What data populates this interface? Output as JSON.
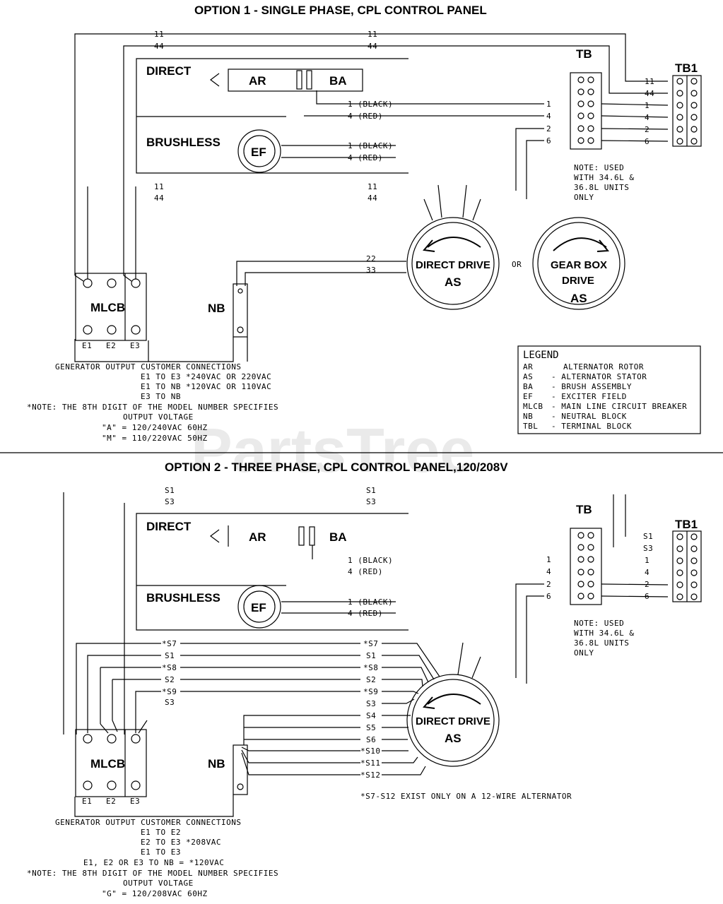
{
  "watermark": "PartsTree",
  "option1": {
    "title": "OPTION 1 - SINGLE PHASE, CPL CONTROL PANEL",
    "direct": "DIRECT",
    "brushless": "BRUSHLESS",
    "ar": "AR",
    "ba": "BA",
    "ef": "EF",
    "tb": "TB",
    "tb1": "TB1",
    "mlcb": "MLCB",
    "nb": "NB",
    "direct_drive": "DIRECT DRIVE",
    "as": "AS",
    "or": "OR",
    "gear_box": "GEAR BOX",
    "drive": "DRIVE",
    "as2": "AS",
    "wire_11": "11",
    "wire_44": "44",
    "wire_1_black": "1 (BLACK)",
    "wire_4_red": "4 (RED)",
    "num_1": "1",
    "num_4": "4",
    "num_2": "2",
    "num_6": "6",
    "num_22": "22",
    "num_33": "33",
    "note_used": [
      "NOTE: USED",
      "WITH 34.6L &",
      "36.8L UNITS",
      "ONLY"
    ],
    "e1": "E1",
    "e2": "E2",
    "e3": "E3",
    "customer": [
      "GENERATOR OUTPUT CUSTOMER CONNECTIONS",
      "E1 TO E3  *240VAC OR 220VAC",
      "E1 TO NB  *120VAC OR 110VAC",
      "E3 TO NB",
      "*NOTE: THE 8TH DIGIT OF THE MODEL NUMBER SPECIFIES",
      "OUTPUT VOLTAGE",
      "\"A\" = 120/240VAC 60HZ",
      "\"M\" = 110/220VAC 50HZ"
    ],
    "legend_title": "LEGEND",
    "legend": [
      [
        "AR",
        "ALTERNATOR ROTOR"
      ],
      [
        "AS",
        "- ALTERNATOR STATOR"
      ],
      [
        "BA",
        "- BRUSH ASSEMBLY"
      ],
      [
        "EF",
        "- EXCITER FIELD"
      ],
      [
        "MLCB",
        "- MAIN LINE CIRCUIT BREAKER"
      ],
      [
        "NB",
        "- NEUTRAL BLOCK"
      ],
      [
        "TBL",
        "- TERMINAL BLOCK"
      ]
    ]
  },
  "option2": {
    "title": "OPTION 2 - THREE PHASE, CPL CONTROL PANEL,120/208V",
    "direct": "DIRECT",
    "brushless": "BRUSHLESS",
    "ar": "AR",
    "ba": "BA",
    "ef": "EF",
    "tb": "TB",
    "tb1": "TB1",
    "mlcb": "MLCB",
    "nb": "NB",
    "direct_drive": "DIRECT DRIVE",
    "as": "AS",
    "s1": "S1",
    "s3": "S3",
    "wire_1_black": "1 (BLACK)",
    "wire_4_red": "4 (RED)",
    "num_1": "1",
    "num_4": "4",
    "num_2": "2",
    "num_6": "6",
    "leads_left": [
      "*S7",
      "S1",
      "*S8",
      "S2",
      "*S9",
      "S3"
    ],
    "leads_right": [
      "*S7",
      "S1",
      "*S8",
      "S2",
      "*S9",
      "S3",
      "S4",
      "S5",
      "S6",
      "*S10",
      "*S11",
      "*S12"
    ],
    "note_used": [
      "NOTE: USED",
      "WITH 34.6L &",
      "36.8L UNITS",
      "ONLY"
    ],
    "e1": "E1",
    "e2": "E2",
    "e3": "E3",
    "s7_note": "*S7-S12 EXIST ONLY ON A 12-WIRE ALTERNATOR",
    "customer": [
      "GENERATOR OUTPUT CUSTOMER CONNECTIONS",
      "E1 TO E2",
      "E2 TO E3   *208VAC",
      "E1 TO E3",
      "E1, E2 OR E3 TO NB = *120VAC",
      "*NOTE: THE 8TH DIGIT OF THE MODEL NUMBER SPECIFIES",
      "OUTPUT VOLTAGE",
      "\"G\" = 120/208VAC 60HZ"
    ]
  }
}
